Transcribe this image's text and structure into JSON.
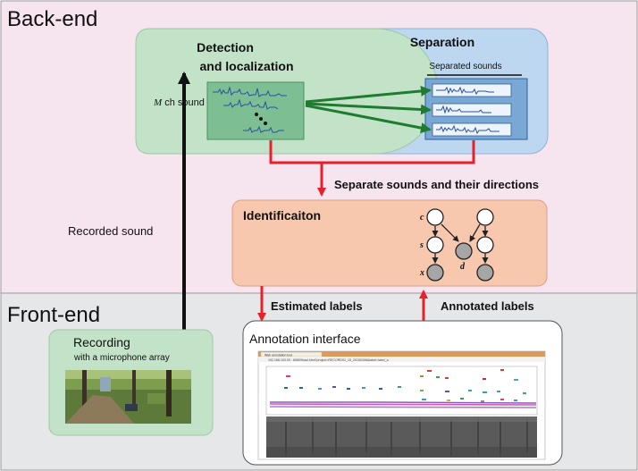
{
  "regions": {
    "backend_label": "Back-end",
    "frontend_label": "Front-end"
  },
  "detection": {
    "title_line1": "Detection",
    "title_line2": "and localization",
    "input_label_italic": "M",
    "input_label_rest": " ch sound"
  },
  "separation": {
    "title": "Separation",
    "sub": "Separated sounds"
  },
  "flows": {
    "separate_directions": "Separate sounds and their directions",
    "recorded_sound": "Recorded sound",
    "estimated_labels": "Estimated labels",
    "annotated_labels": "Annotated labels"
  },
  "identification": {
    "title": "Identificaiton",
    "node_c": "c",
    "node_s": "s",
    "node_x": "x",
    "node_d": "d"
  },
  "recording": {
    "title": "Recording",
    "sub": "with a microphone array"
  },
  "annotation": {
    "title": "Annotation interface",
    "tab_text": "Web annotation tool",
    "url_text": "192.168.100.00 : 8080/fload.html?project=RECORD01_15_20150306&label=label_a"
  },
  "colors": {
    "backend_bg": "#f6e4ef",
    "frontend_bg": "#e6e7e9",
    "green_box": "#c3e3c9",
    "blue_box": "#bcd7ef",
    "salmon_box": "#f8c8ae",
    "red_arrow": "#e8202b",
    "green_arrow": "#1e7b2f"
  }
}
